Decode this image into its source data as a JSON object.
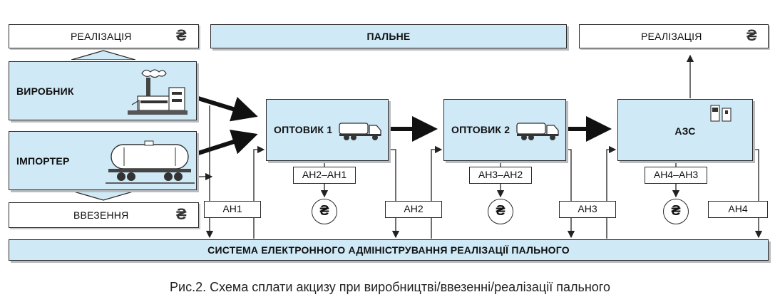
{
  "top": {
    "realization_left": "РЕАЛІЗАЦІЯ",
    "fuel": "ПАЛЬНЕ",
    "realization_right": "РЕАЛІЗАЦІЯ"
  },
  "nodes": {
    "producer": "ВИРОБНИК",
    "importer": "ІМПОРТЕР",
    "import_label": "ВВЕЗЕННЯ",
    "wholesaler1": "ОПТОВИК 1",
    "wholesaler2": "ОПТОВИК 2",
    "gas_station": "АЗС"
  },
  "tags": {
    "an1": "АН1",
    "an2": "АН2",
    "an3": "АН3",
    "an4": "АН4",
    "an2_an1": "АН2–АН1",
    "an3_an2": "АН3–АН2",
    "an4_an3": "АН4–АН3"
  },
  "system": "СИСТЕМА ЕЛЕКТРОННОГО АДМІНІСТРУВАННЯ РЕАЛІЗАЦІЇ ПАЛЬНОГО",
  "currency_symbol": "₴",
  "caption": "Рис.2. Схема сплати акцизу при виробництві/ввезенні/реалізації пального",
  "icons": [
    "factory-icon",
    "tank-wagon-icon",
    "truck-icon",
    "fuel-pump-icon",
    "hryvnia-icon",
    "hryvnia-coin-icon"
  ]
}
